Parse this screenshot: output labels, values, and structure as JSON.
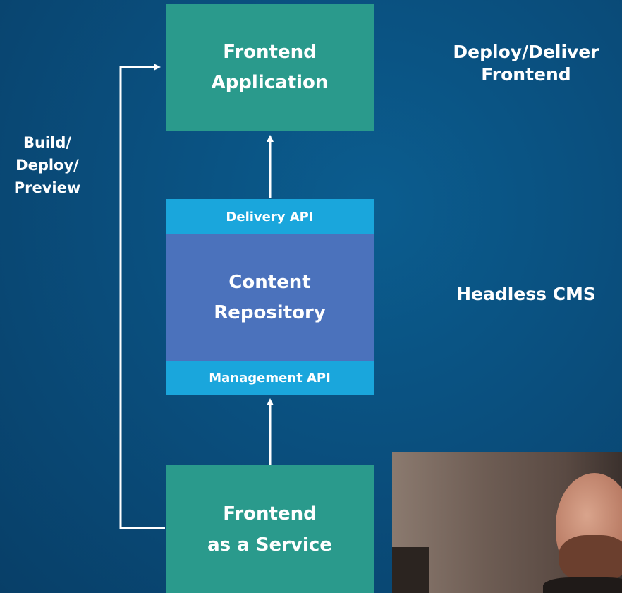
{
  "diagram": {
    "top_box": "Frontend\nApplication",
    "delivery_api": "Delivery API",
    "content_repository": "Content\nRepository",
    "management_api": "Management API",
    "bottom_box": "Frontend\nas a Service",
    "left_label": "Build/\nDeploy/\nPreview",
    "right_top_label": "Deploy/Deliver\nFrontend",
    "right_middle_label": "Headless CMS"
  },
  "colors": {
    "background": "#0a4f7e",
    "teal_box": "#2a9a8c",
    "api_bar": "#1aa6dc",
    "repository": "#4b72bc",
    "arrow": "#ffffff"
  }
}
